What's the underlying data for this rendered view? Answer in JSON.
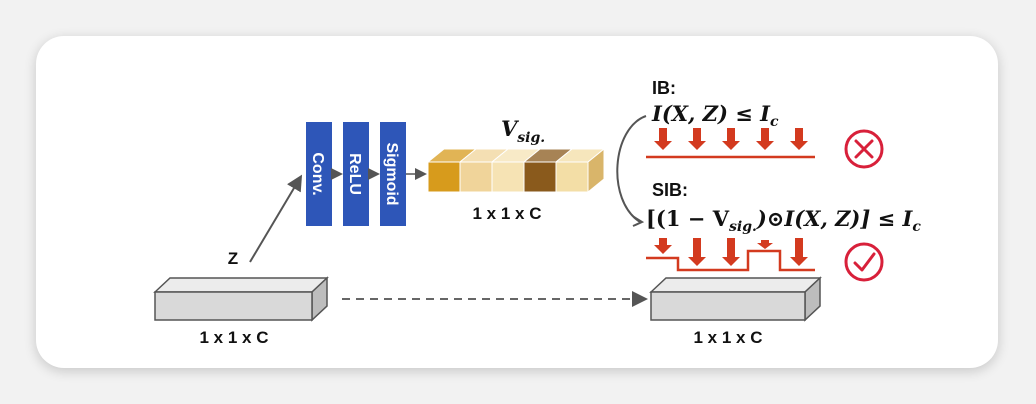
{
  "left_block": {
    "label": "1 x 1 x C",
    "input_label": "Z"
  },
  "layers": [
    {
      "label": "Conv.",
      "color": "#2e56b8"
    },
    {
      "label": "ReLU",
      "color": "#2e56b8"
    },
    {
      "label": "Sigmoid",
      "color": "#2e56b8"
    }
  ],
  "vector": {
    "label": "1 x 1 x C",
    "title_main": "V",
    "title_sub": "sig.",
    "cell_colors": [
      "#d79b1c",
      "#f0d49a",
      "#f6e3b4",
      "#8a5a1c",
      "#f3dea6"
    ]
  },
  "ib": {
    "title": "IB:",
    "formula_parts": [
      "I(X, Z) ≤ I",
      "c"
    ],
    "status": "cross"
  },
  "sib": {
    "title": "SIB:",
    "formula_parts": [
      "[(1 − V",
      "sig.",
      ")⊙I(X, Z)] ≤ I",
      "c"
    ],
    "status": "check"
  },
  "right_block": {
    "label": "1 x 1 x C"
  },
  "colors": {
    "arrow_red": "#d33a1f",
    "status_red": "#d8203a"
  }
}
